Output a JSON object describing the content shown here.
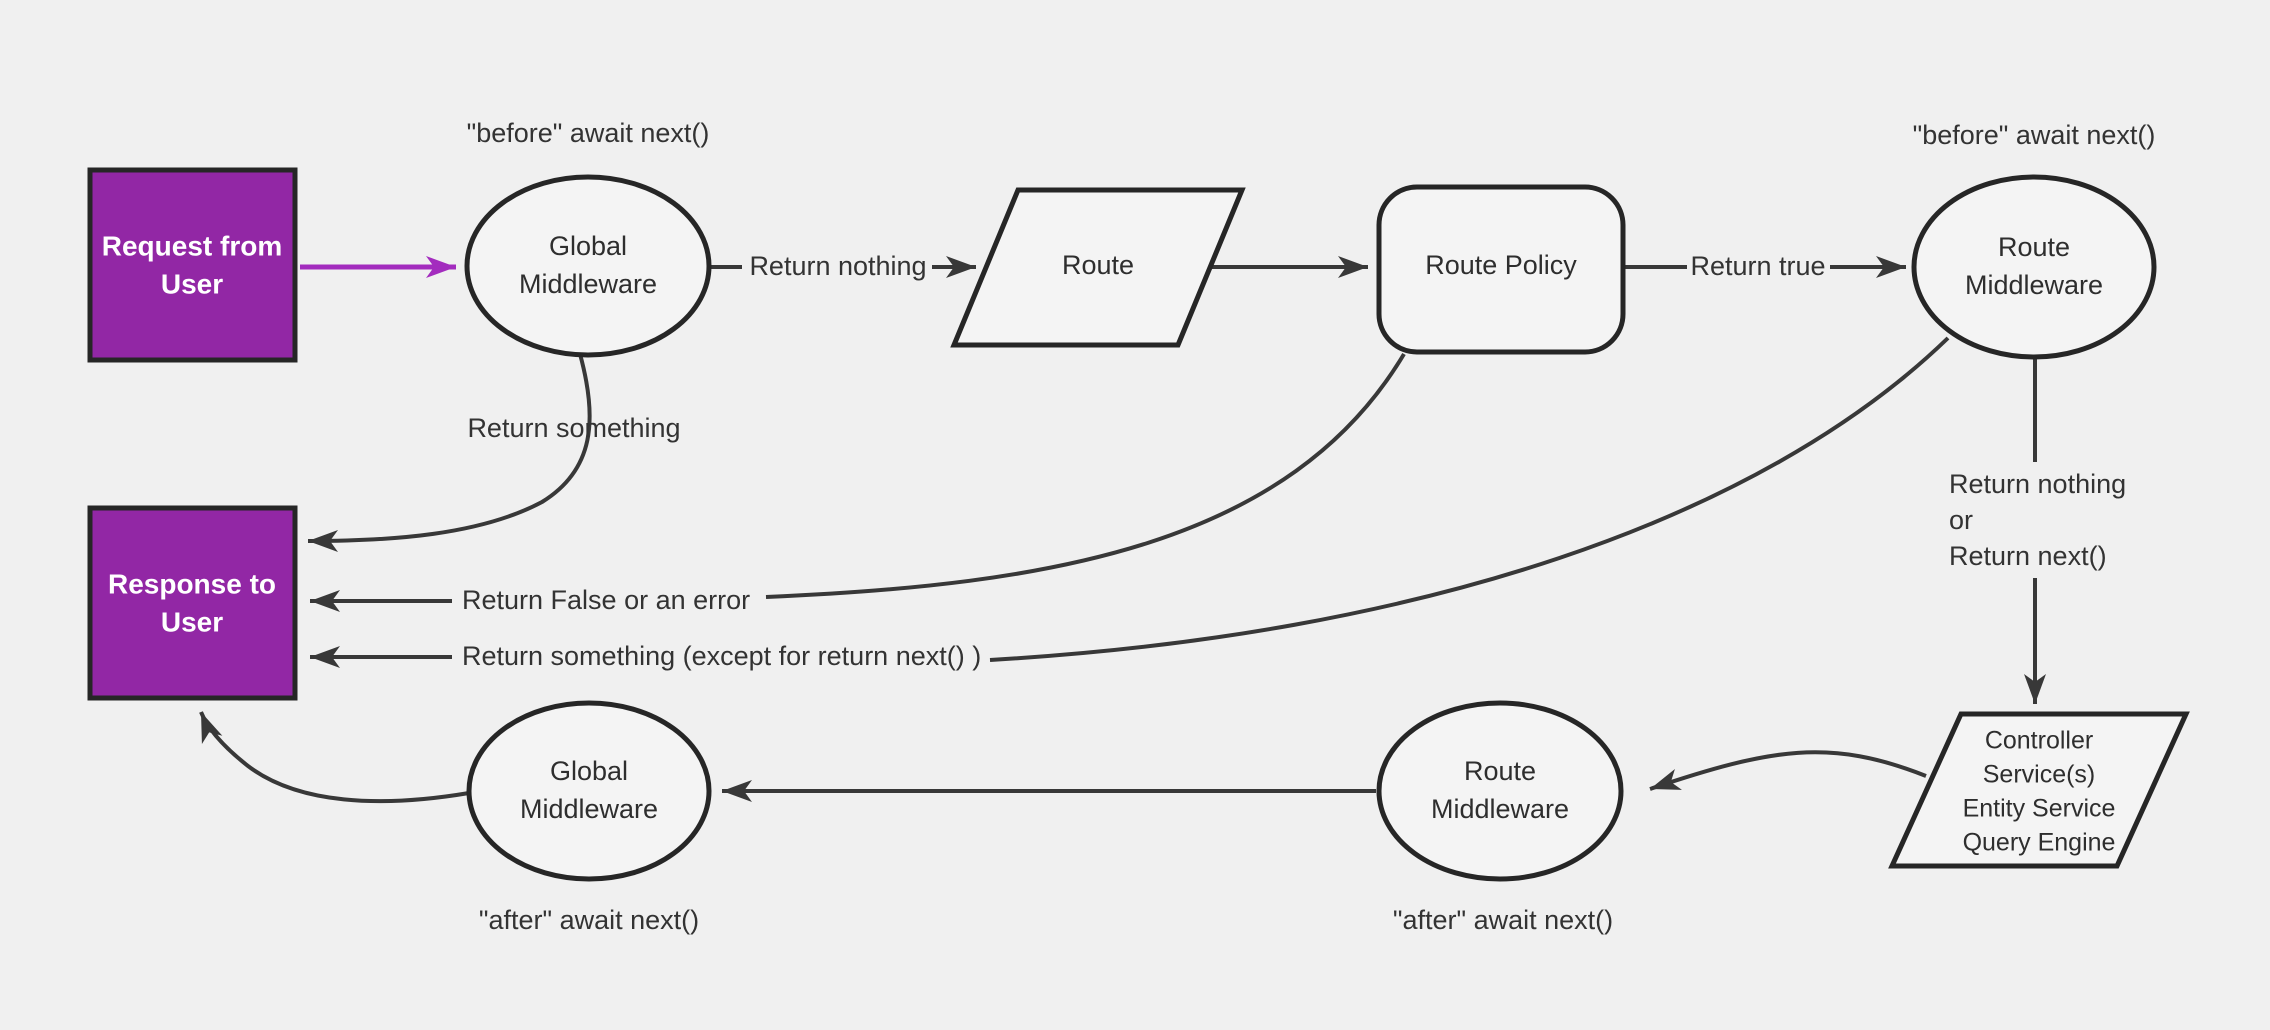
{
  "colors": {
    "background": "#f0f0f0",
    "node_fill": "#f4f4f4",
    "node_border": "#262626",
    "edge": "#383838",
    "text": "#333333",
    "purple_fill": "#9227a5",
    "purple_edge": "#a32cbe",
    "node_text_light": "#ffffff"
  },
  "nodes": {
    "request": {
      "lines": [
        "Request from",
        "User"
      ]
    },
    "response": {
      "lines": [
        "Response to",
        "User"
      ]
    },
    "global_mw_top": {
      "lines": [
        "Global",
        "Middleware"
      ],
      "annotation": "\"before\" await next()"
    },
    "route": {
      "label": "Route"
    },
    "route_policy": {
      "label": "Route Policy"
    },
    "route_mw_top": {
      "lines": [
        "Route",
        "Middleware"
      ],
      "annotation": "\"before\" await next()"
    },
    "controller": {
      "lines": [
        "Controller",
        "Service(s)",
        "Entity Service",
        "Query Engine"
      ]
    },
    "route_mw_bottom": {
      "lines": [
        "Route",
        "Middleware"
      ],
      "annotation": "\"after\" await next()"
    },
    "global_mw_bottom": {
      "lines": [
        "Global",
        "Middleware"
      ],
      "annotation": "\"after\" await next()"
    }
  },
  "edge_labels": {
    "return_nothing": "Return nothing",
    "return_true": "Return true",
    "return_something": "Return something",
    "return_false": "Return False or an error",
    "return_something_except": "Return something (except for return next() )",
    "return_nothing_or_next": [
      "Return nothing",
      "or",
      "Return next()"
    ]
  }
}
